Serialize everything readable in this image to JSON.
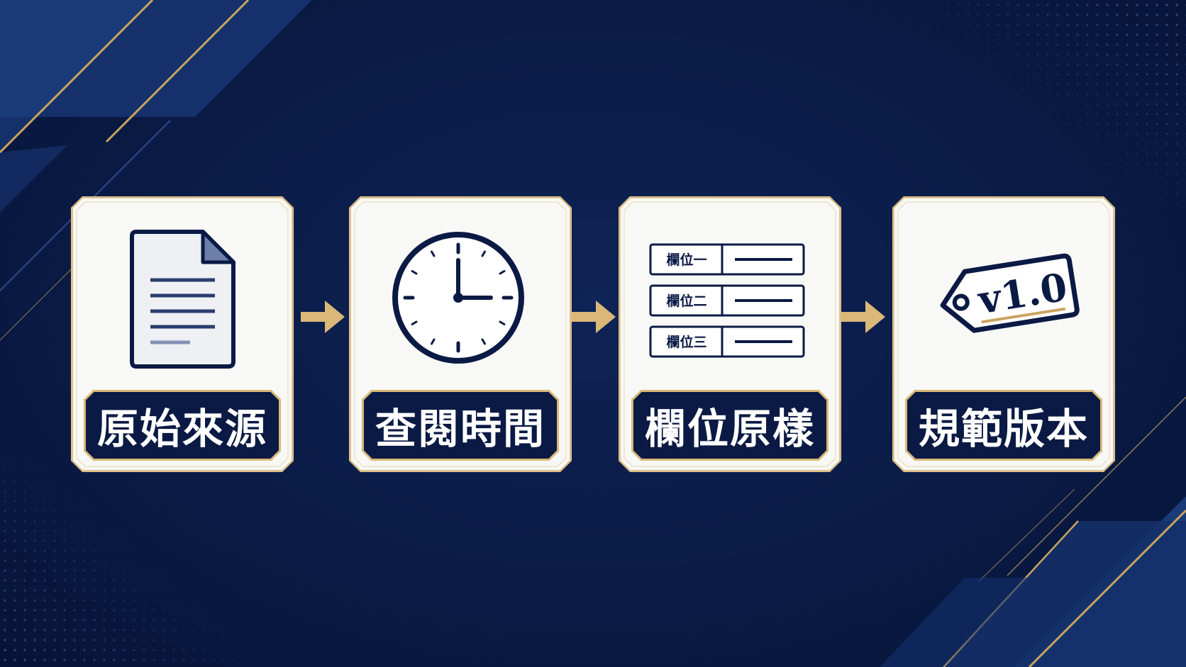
{
  "steps": [
    {
      "label": "原始來源",
      "icon": "document-icon"
    },
    {
      "label": "查閱時間",
      "icon": "clock-icon"
    },
    {
      "label": "欄位原樣",
      "icon": "form-fields-icon",
      "fields": [
        "欄位一",
        "欄位二",
        "欄位三"
      ]
    },
    {
      "label": "規範版本",
      "icon": "version-tag-icon",
      "tag_text": "v1.0"
    }
  ],
  "colors": {
    "background": "#0a1b46",
    "gold": "#d9b878",
    "navy": "#0b1a44",
    "card": "#f8f8f6"
  }
}
